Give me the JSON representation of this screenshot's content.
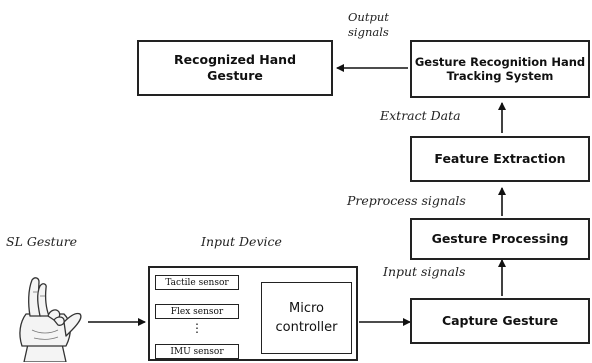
{
  "labels": {
    "output_signals": "Output\nsignals",
    "extract_data": "Extract Data",
    "preprocess_signals": "Preprocess signals",
    "input_signals": "Input signals",
    "sl_gesture": "SL Gesture",
    "input_device": "Input Device"
  },
  "boxes": {
    "recognized": "Recognized Hand\nGesture",
    "tracking": "Gesture Recognition Hand\nTracking System",
    "feature": "Feature Extraction",
    "processing": "Gesture Processing",
    "capture": "Capture Gesture",
    "micro": "Micro\ncontroller"
  },
  "sensors": {
    "tactile": "Tactile sensor",
    "flex": "Flex sensor",
    "ellipsis": "⋮",
    "imu": "IMU sensor"
  }
}
